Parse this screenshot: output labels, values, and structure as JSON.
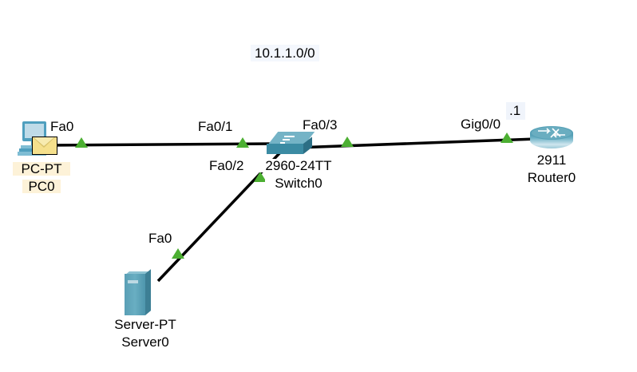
{
  "diagram": {
    "type": "network-topology",
    "tool": "Cisco Packet Tracer",
    "network_label": "10.1.1.0/0",
    "router_ip_label": ".1"
  },
  "devices": {
    "pc": {
      "model": "PC-PT",
      "name": "PC0",
      "icon": "desktop-pc-icon",
      "packet_overlay": "envelope-icon"
    },
    "switch": {
      "model": "2960-24TT",
      "name": "Switch0",
      "icon": "switch-icon"
    },
    "router": {
      "model": "2911",
      "name": "Router0",
      "icon": "router-icon"
    },
    "server": {
      "model": "Server-PT",
      "name": "Server0",
      "icon": "server-icon"
    }
  },
  "interfaces": {
    "pc_fa0": "Fa0",
    "switch_fa0_1": "Fa0/1",
    "switch_fa0_2": "Fa0/2",
    "switch_fa0_3": "Fa0/3",
    "router_gig0_0": "Gig0/0",
    "server_fa0": "Fa0"
  },
  "links": [
    {
      "from": "PC0",
      "from_port": "Fa0",
      "to": "Switch0",
      "to_port": "Fa0/1",
      "status": "up"
    },
    {
      "from": "Switch0",
      "from_port": "Fa0/3",
      "to": "Router0",
      "to_port": "Gig0/0",
      "status": "up"
    },
    {
      "from": "Switch0",
      "from_port": "Fa0/2",
      "to": "Server0",
      "to_port": "Fa0",
      "status": "up"
    }
  ],
  "colors": {
    "link_line": "#000000",
    "link_up_marker": "#4caf32",
    "device_teal": "#4f9fbe",
    "packet_envelope": "#f5e08c",
    "canvas_background": "#ffffff"
  }
}
